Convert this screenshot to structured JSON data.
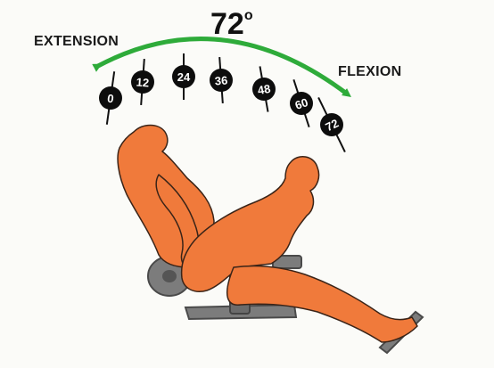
{
  "diagram": {
    "total_angle_value": "72",
    "total_angle_unit": "o",
    "labels": {
      "extension": "EXTENSION",
      "flexion": "FLEXION"
    },
    "markers": [
      "0",
      "12",
      "24",
      "36",
      "48",
      "60",
      "72"
    ],
    "colors": {
      "arc": "#2eab3a",
      "figure": "#f07a3b",
      "figure_outline": "#3a2418",
      "marker_fill": "#0d0d0d",
      "marker_text": "#ffffff",
      "machine": "#7c7c7c",
      "machine_dark": "#5a5a5a",
      "background": "#fbfbf8"
    },
    "icons": {
      "arc": "curved-double-arrow-icon",
      "figure": "seated-person-silhouette-icon",
      "machine": "leg-extension-machine-icon"
    }
  }
}
